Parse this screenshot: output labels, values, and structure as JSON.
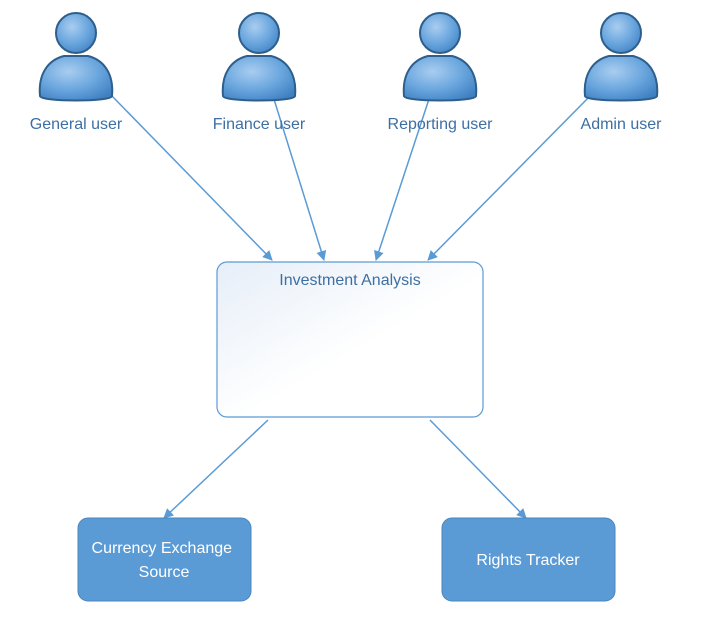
{
  "actors": [
    {
      "label": "General user"
    },
    {
      "label": "Finance user"
    },
    {
      "label": "Reporting user"
    },
    {
      "label": "Admin user"
    }
  ],
  "system": {
    "title": "Investment Analysis"
  },
  "outputs": [
    {
      "lines": [
        "Currency Exchange",
        "Source"
      ]
    },
    {
      "lines": [
        "Rights Tracker"
      ]
    }
  ],
  "colors": {
    "actor_fill": "#5b9bd5",
    "actor_stroke": "#2e5f8c",
    "arrow": "#5b9bd5",
    "text": "#3d6fa3",
    "node_fill": "#5b9bd5",
    "system_border": "#5b9bd5"
  },
  "icons": {
    "actor": "user-icon"
  }
}
